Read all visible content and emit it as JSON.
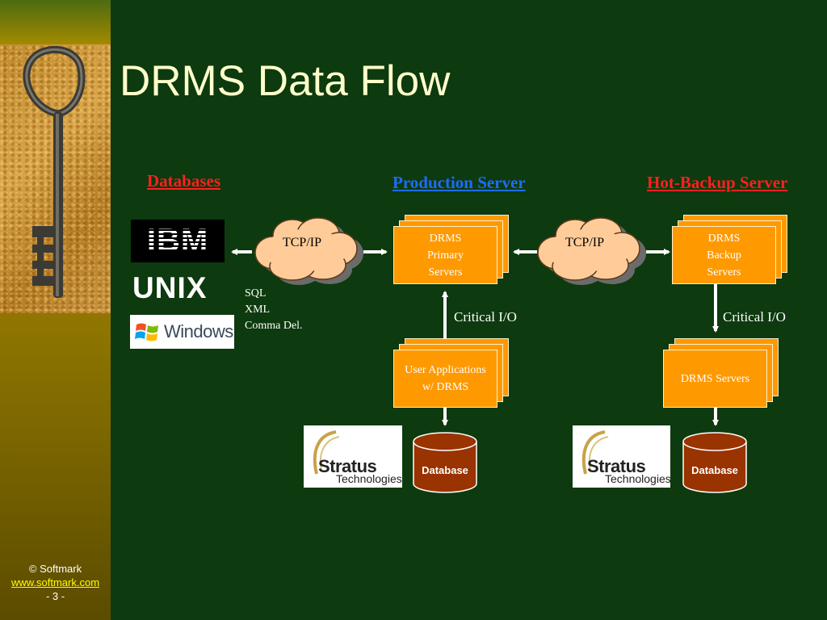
{
  "title": "DRMS Data Flow",
  "footer": {
    "copyright": "© Softmark",
    "url": "www.softmark.com",
    "page": "- 3 -"
  },
  "headings": {
    "databases": "Databases",
    "production": "Production Server",
    "backup": "Hot-Backup Server"
  },
  "clouds": [
    {
      "label": "TCP/IP"
    },
    {
      "label": "TCP/IP"
    }
  ],
  "nodes": {
    "primary": [
      "DRMS",
      "Primary",
      "Servers"
    ],
    "backup": [
      "DRMS",
      "Backup",
      "Servers"
    ],
    "user_apps": [
      "User Applications",
      "w/ DRMS"
    ],
    "drms_servers": [
      "DRMS Servers"
    ]
  },
  "formats": [
    "SQL",
    "XML",
    "Comma Del."
  ],
  "io_labels": [
    "Critical I/O",
    "Critical I/O"
  ],
  "logos": {
    "ibm": "IBM",
    "unix": "UNIX",
    "windows": "Windows",
    "stratus": {
      "name": "Stratus",
      "sub": "Technologies"
    }
  },
  "database_label": "Database",
  "colors": {
    "background": "#0d3a0e",
    "box": "#ff9900",
    "cloud": "#ffcc99",
    "database": "#993300",
    "title": "#ffffcc",
    "red_heading": "#ff1f1f",
    "blue_heading": "#1e6bff"
  }
}
